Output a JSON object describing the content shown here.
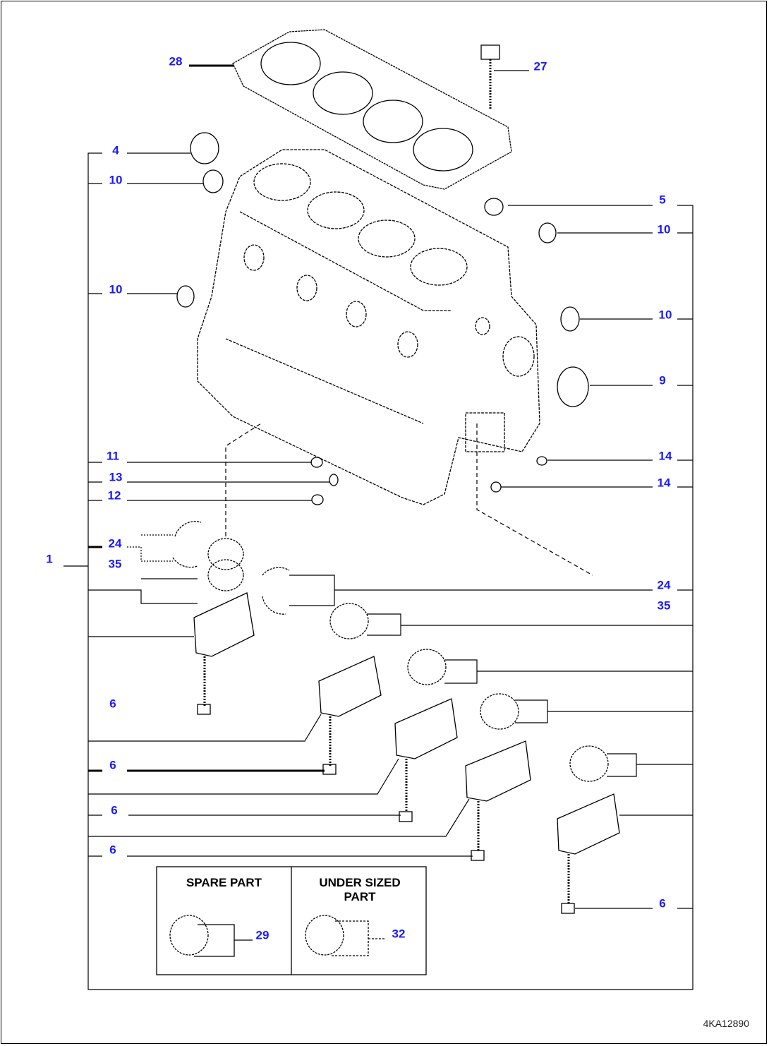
{
  "callouts": {
    "c28": "28",
    "c27": "27",
    "c4": "4",
    "c10a": "10",
    "c10b": "10",
    "c5": "5",
    "c10c": "10",
    "c10d": "10",
    "c9": "9",
    "c11": "11",
    "c13": "13",
    "c12": "12",
    "c14a": "14",
    "c14b": "14",
    "c24a": "24",
    "c35a": "35",
    "c1": "1",
    "c24b": "24",
    "c35b": "35",
    "c6a": "6",
    "c6b": "6",
    "c6c": "6",
    "c6d": "6",
    "c6e": "6",
    "c29": "29",
    "c32": "32"
  },
  "inset": {
    "spare_part_title": "SPARE PART",
    "under_sized_title": "UNDER SIZED PART"
  },
  "drawing_code": "4KA12890",
  "colors": {
    "callout": "#1a1aff",
    "line": "#000000"
  }
}
